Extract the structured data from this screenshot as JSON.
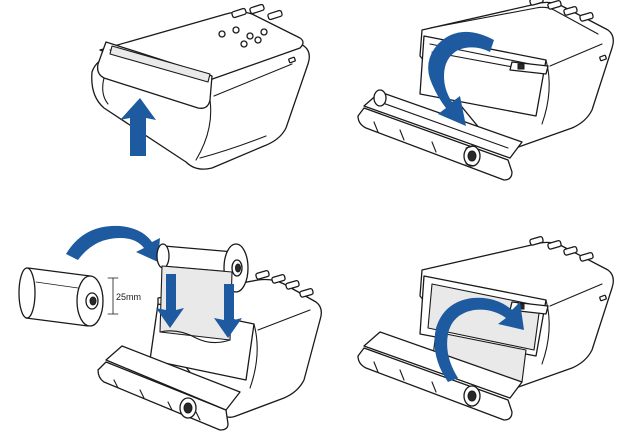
{
  "diagram": {
    "colors": {
      "arrow": "#1d5a9f",
      "line": "#1a1a1a",
      "paper_shade": "#e9e9e9",
      "background": "#ffffff"
    },
    "steps": [
      {
        "action": "open-cover",
        "arrow_icon": "arrow-up-icon"
      },
      {
        "action": "cover-open-swing",
        "arrow_icon": "curved-arrow-icon"
      },
      {
        "action": "insert-paper-roll",
        "arrow_icon": "curved-arrow-icon",
        "roll_dimension": "25mm"
      },
      {
        "action": "close-cover",
        "arrow_icon": "curved-arrow-icon"
      }
    ]
  }
}
